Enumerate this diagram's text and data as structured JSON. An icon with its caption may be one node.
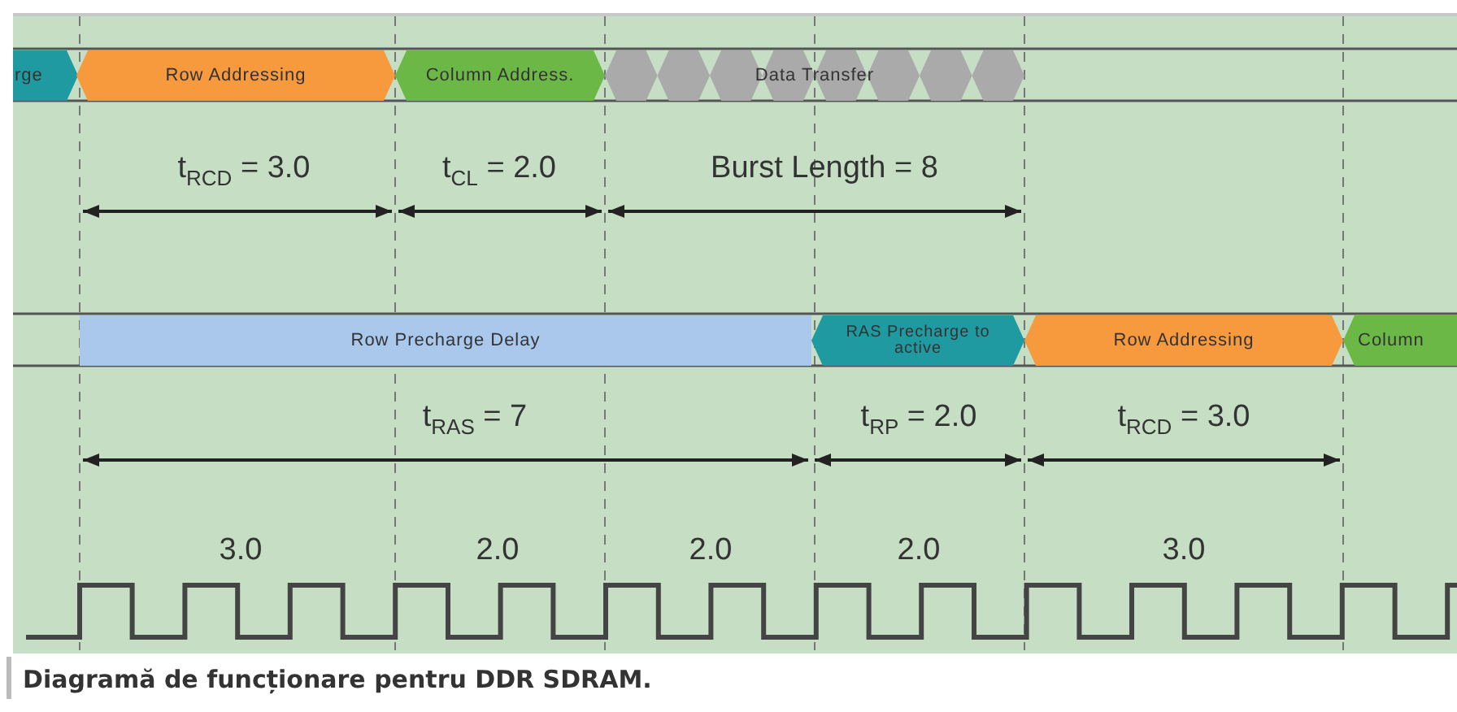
{
  "diagram": {
    "caption": "Diagramă de funcționare pentru DDR SDRAM.",
    "nodes": [
      {
        "text": [
          "rge"
        ]
      },
      {
        "text": [
          "Row Addressing"
        ]
      },
      {
        "text": [
          "Column Address."
        ]
      },
      {
        "text": [
          "Data Transfer"
        ]
      },
      {
        "text": [
          "Row Precharge Delay"
        ]
      },
      {
        "text": [
          "RAS Precharge to active"
        ]
      },
      {
        "text": [
          "Row Addressing"
        ]
      },
      {
        "text": [
          "Column"
        ]
      }
    ],
    "labels": [
      "t$_{RCD}$ = 3.0",
      "t$_{CL}$ = 2.0",
      "Burst Length = 8",
      "t$_{RAS}$ = 7",
      "t$_{RP}$ = 2.0",
      "t$_{RCD}$ = 3.0",
      "3.0",
      "2.0",
      "2.0",
      "2.0",
      "3.0"
    ]
  }
}
